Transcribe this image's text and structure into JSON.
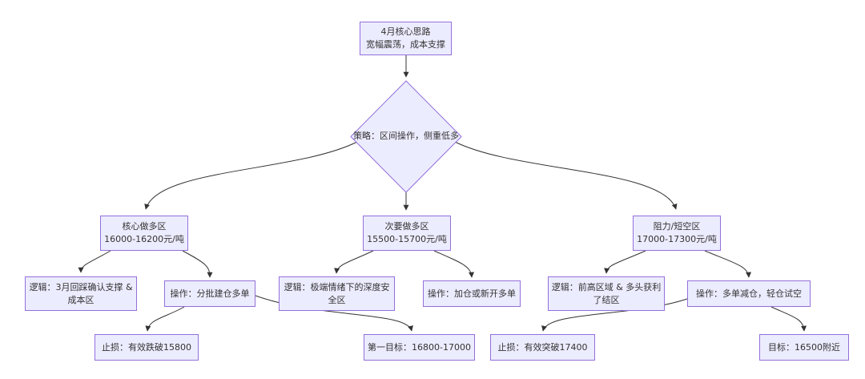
{
  "diagram": {
    "type": "flowchart",
    "colors": {
      "background": "#FFFFFF",
      "node_fill": "#ECECFF",
      "node_border": "#9370DB",
      "edge": "#333333",
      "text": "#333333"
    },
    "nodes": {
      "root": {
        "label": "4月核心思路\n宽幅震荡，成本支撑",
        "shape": "rect"
      },
      "strategy": {
        "label": "策略：区间操作，侧重低多",
        "shape": "diamond"
      },
      "core_zone": {
        "label": "核心做多区\n16000-16200元/吨",
        "shape": "rect"
      },
      "secondary_zone": {
        "label": "次要做多区\n15500-15700元/吨",
        "shape": "rect"
      },
      "resistance_zone": {
        "label": "阻力/短空区\n17000-17300元/吨",
        "shape": "rect"
      },
      "core_logic": {
        "label": "逻辑：3月回踩确认支撑 &\n成本区",
        "shape": "rect"
      },
      "core_action": {
        "label": "操作：分批建仓多单",
        "shape": "rect"
      },
      "secondary_logic": {
        "label": "逻辑：极端情绪下的深度安\n全区",
        "shape": "rect"
      },
      "secondary_action": {
        "label": "操作：加仓或新开多单",
        "shape": "rect"
      },
      "resistance_logic": {
        "label": "逻辑：前高区域 & 多头获利\n了结区",
        "shape": "rect"
      },
      "resistance_action": {
        "label": "操作：多单减仓，轻仓试空",
        "shape": "rect"
      },
      "core_stop": {
        "label": "止损：有效跌破15800",
        "shape": "rect"
      },
      "first_target": {
        "label": "第一目标：16800-17000",
        "shape": "rect"
      },
      "resistance_stop": {
        "label": "止损：有效突破17400",
        "shape": "rect"
      },
      "short_target": {
        "label": "目标：16500附近",
        "shape": "rect"
      }
    },
    "edges": [
      {
        "from": "root",
        "to": "strategy"
      },
      {
        "from": "strategy",
        "to": "core_zone"
      },
      {
        "from": "strategy",
        "to": "secondary_zone"
      },
      {
        "from": "strategy",
        "to": "resistance_zone"
      },
      {
        "from": "core_zone",
        "to": "core_logic"
      },
      {
        "from": "core_zone",
        "to": "core_action"
      },
      {
        "from": "secondary_zone",
        "to": "secondary_logic"
      },
      {
        "from": "secondary_zone",
        "to": "secondary_action"
      },
      {
        "from": "resistance_zone",
        "to": "resistance_logic"
      },
      {
        "from": "resistance_zone",
        "to": "resistance_action"
      },
      {
        "from": "core_action",
        "to": "core_stop"
      },
      {
        "from": "core_action",
        "to": "first_target"
      },
      {
        "from": "resistance_action",
        "to": "resistance_stop"
      },
      {
        "from": "resistance_action",
        "to": "short_target"
      }
    ]
  }
}
